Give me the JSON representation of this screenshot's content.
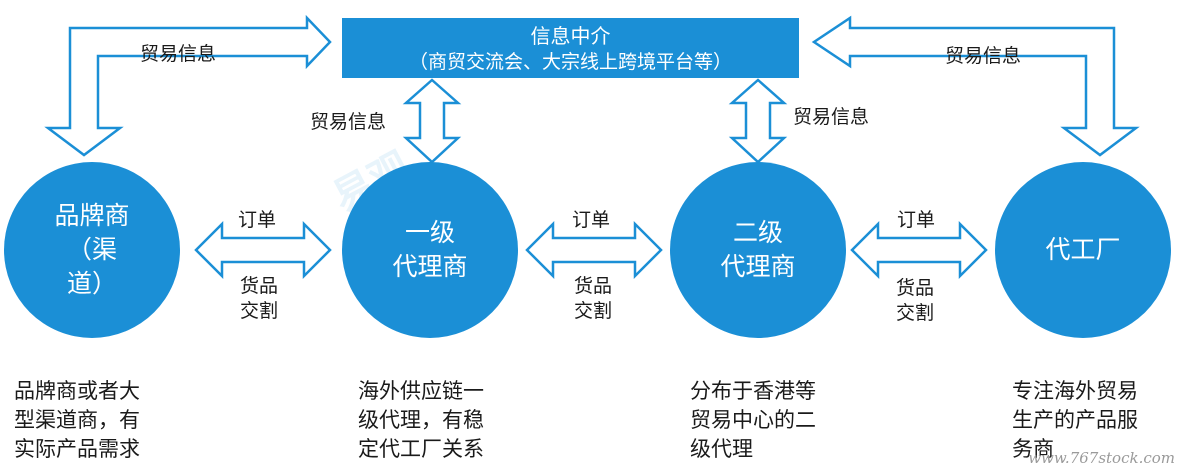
{
  "info_box": {
    "title": "信息中介",
    "subtitle": "（商贸交流会、大宗线上跨境平台等）"
  },
  "nodes": {
    "brand": [
      "品牌商",
      "（渠",
      "道）"
    ],
    "first_agent": [
      "一级",
      "代理商"
    ],
    "second_agent": [
      "二级",
      "代理商"
    ],
    "factory": [
      "代工厂"
    ]
  },
  "flow_labels": {
    "trade_info": "贸易信息",
    "order": "订单",
    "delivery_line1": "货品",
    "delivery_line2": "交割"
  },
  "descriptions": {
    "brand": [
      "品牌商或者大",
      "型渠道商，有",
      "实际产品需求"
    ],
    "first_agent": [
      "海外供应链一",
      "级代理，有稳",
      "定代工厂关系"
    ],
    "second_agent": [
      "分布于香港等",
      "贸易中心的二",
      "级代理"
    ],
    "factory": [
      "专注海外贸易",
      "生产的产品服",
      "务商"
    ]
  },
  "watermark": {
    "url": "www.767stock.com"
  },
  "colors": {
    "primary_blue": "#1b8fd6",
    "arrow_fill": "#ffffff"
  }
}
